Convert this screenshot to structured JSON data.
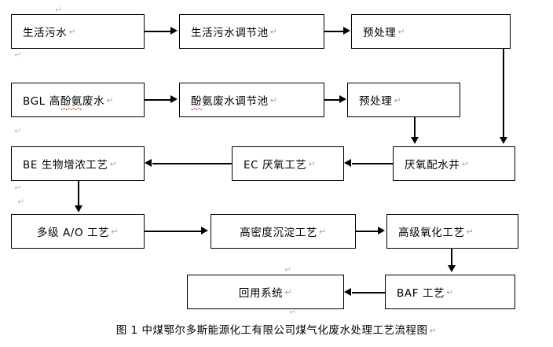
{
  "diagram": {
    "type": "flowchart",
    "title_caption": "图 1 中煤鄂尔多斯能源化工有限公司煤气化废水处理工艺流程图",
    "paragraph_mark": "↵",
    "nodes": [
      {
        "id": "domestic-sewage",
        "label": "生活污水",
        "row": 1
      },
      {
        "id": "domestic-regulating",
        "label": "生活污水调节池",
        "row": 1
      },
      {
        "id": "pretreatment-1",
        "label": "预处理",
        "row": 1
      },
      {
        "id": "bgl-phenol-ammonia",
        "label": "BGL 高酚氨废水",
        "row": 2
      },
      {
        "id": "phenol-regulating",
        "label": "酚氨废水调节池",
        "row": 2
      },
      {
        "id": "pretreatment-2",
        "label": "预处理",
        "row": 2
      },
      {
        "id": "be-bio-thickening",
        "label": "BE 生物增浓工艺",
        "row": 3
      },
      {
        "id": "ec-anaerobic",
        "label": "EC 厌氧工艺",
        "row": 3
      },
      {
        "id": "anaerobic-distribution",
        "label": "厌氧配水井",
        "row": 3
      },
      {
        "id": "multistage-ao",
        "label": "多级 A/O 工艺",
        "row": 4
      },
      {
        "id": "high-density-settling",
        "label": "高密度沉淀工艺",
        "row": 4
      },
      {
        "id": "advanced-oxidation",
        "label": "高级氧化工艺",
        "row": 4
      },
      {
        "id": "reuse-system",
        "label": "回用系统",
        "row": 5
      },
      {
        "id": "baf-process",
        "label": "BAF 工艺",
        "row": 5
      }
    ],
    "edges": [
      {
        "from": "domestic-sewage",
        "to": "domestic-regulating",
        "direction": "right"
      },
      {
        "from": "domestic-regulating",
        "to": "pretreatment-1",
        "direction": "right"
      },
      {
        "from": "bgl-phenol-ammonia",
        "to": "phenol-regulating",
        "direction": "right"
      },
      {
        "from": "phenol-regulating",
        "to": "pretreatment-2",
        "direction": "right"
      },
      {
        "from": "pretreatment-1",
        "to": "anaerobic-distribution",
        "direction": "down"
      },
      {
        "from": "pretreatment-2",
        "to": "anaerobic-distribution",
        "direction": "down"
      },
      {
        "from": "anaerobic-distribution",
        "to": "ec-anaerobic",
        "direction": "left"
      },
      {
        "from": "ec-anaerobic",
        "to": "be-bio-thickening",
        "direction": "left"
      },
      {
        "from": "be-bio-thickening",
        "to": "multistage-ao",
        "direction": "down"
      },
      {
        "from": "multistage-ao",
        "to": "high-density-settling",
        "direction": "right"
      },
      {
        "from": "high-density-settling",
        "to": "advanced-oxidation",
        "direction": "right"
      },
      {
        "from": "advanced-oxidation",
        "to": "baf-process",
        "direction": "down"
      },
      {
        "from": "baf-process",
        "to": "reuse-system",
        "direction": "left"
      }
    ],
    "spellcheck_marked_terms": [
      "酚氨",
      "酚"
    ],
    "colors": {
      "background": "#ffffff",
      "stroke": "#000000",
      "text": "#000000",
      "spellcheck_underline": "#e23a2e",
      "paragraph_mark": "#9aa6b5"
    }
  }
}
